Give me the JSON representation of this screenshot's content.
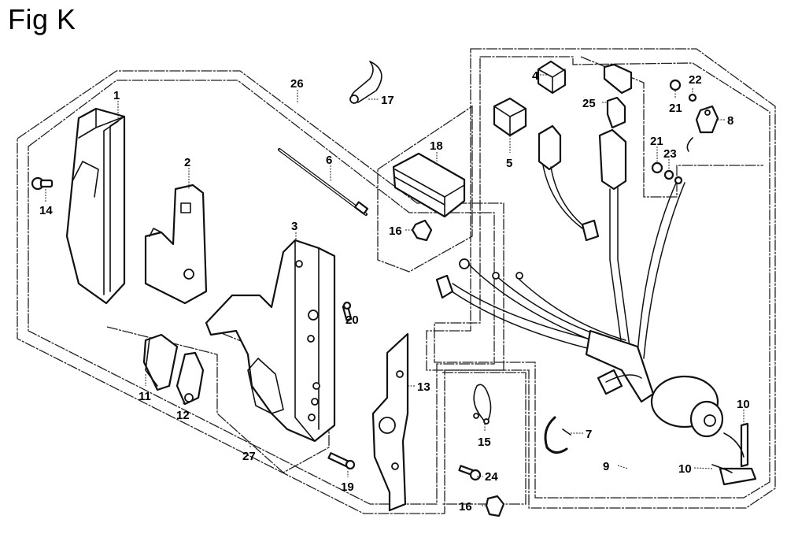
{
  "figure": {
    "title": "Fig K",
    "type": "exploded parts diagram"
  },
  "callouts": [
    {
      "id": "c1",
      "label": "1"
    },
    {
      "id": "c2",
      "label": "2"
    },
    {
      "id": "c3",
      "label": "3"
    },
    {
      "id": "c4",
      "label": "4"
    },
    {
      "id": "c5",
      "label": "5"
    },
    {
      "id": "c6",
      "label": "6"
    },
    {
      "id": "c7",
      "label": "7"
    },
    {
      "id": "c8",
      "label": "8"
    },
    {
      "id": "c9",
      "label": "9"
    },
    {
      "id": "c10a",
      "label": "10"
    },
    {
      "id": "c10b",
      "label": "10"
    },
    {
      "id": "c11",
      "label": "11"
    },
    {
      "id": "c12",
      "label": "12"
    },
    {
      "id": "c13",
      "label": "13"
    },
    {
      "id": "c14",
      "label": "14"
    },
    {
      "id": "c15",
      "label": "15"
    },
    {
      "id": "c16a",
      "label": "16"
    },
    {
      "id": "c16b",
      "label": "16"
    },
    {
      "id": "c17",
      "label": "17"
    },
    {
      "id": "c18",
      "label": "18"
    },
    {
      "id": "c19",
      "label": "19"
    },
    {
      "id": "c20",
      "label": "20"
    },
    {
      "id": "c21a",
      "label": "21"
    },
    {
      "id": "c21b",
      "label": "21"
    },
    {
      "id": "c22",
      "label": "22"
    },
    {
      "id": "c23",
      "label": "23"
    },
    {
      "id": "c24",
      "label": "24"
    },
    {
      "id": "c25",
      "label": "25"
    },
    {
      "id": "c26",
      "label": "26"
    },
    {
      "id": "c27",
      "label": "27"
    }
  ]
}
